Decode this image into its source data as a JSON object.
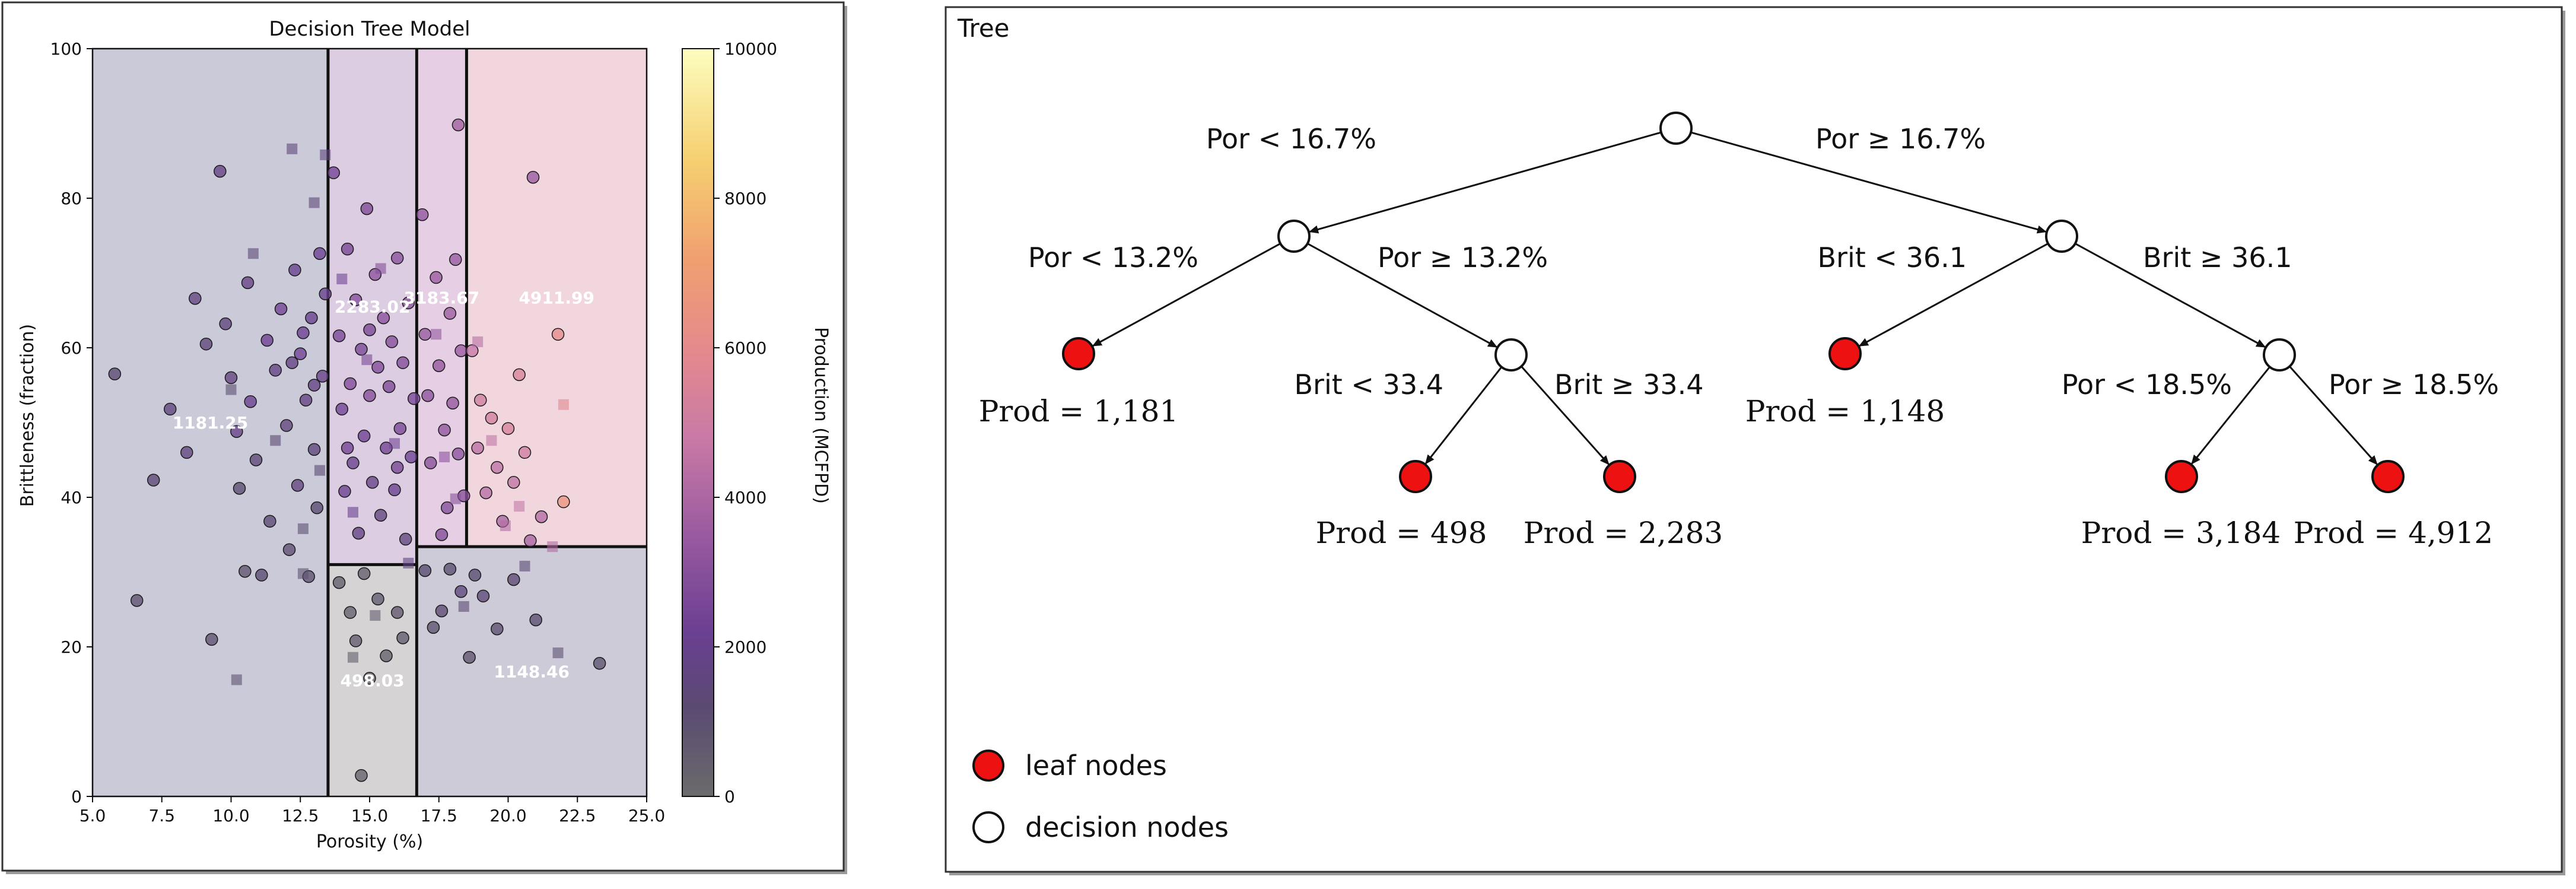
{
  "chart_data": [
    {
      "type": "scatter",
      "title": "Decision Tree Model",
      "xlabel": "Porosity (%)",
      "ylabel": "Brittleness (fraction)",
      "xlim": [
        5.0,
        25.0
      ],
      "ylim": [
        0,
        100
      ],
      "xticks": [
        "5.0",
        "7.5",
        "10.0",
        "12.5",
        "15.0",
        "17.5",
        "20.0",
        "22.5",
        "25.0"
      ],
      "yticks": [
        "0",
        "20",
        "40",
        "60",
        "80",
        "100"
      ],
      "colorbar": {
        "label": "Production (MCFPD)",
        "range": [
          0,
          10000
        ],
        "ticks": [
          "0",
          "2000",
          "4000",
          "6000",
          "8000",
          "10000"
        ],
        "colormap": "inferno-like"
      },
      "regions": [
        {
          "x": [
            5.0,
            13.5
          ],
          "y": [
            0,
            100
          ],
          "prediction": 1181.25,
          "label": "1181.25",
          "color": "#cbcad9"
        },
        {
          "x": [
            13.5,
            16.7
          ],
          "y": [
            0,
            31
          ],
          "prediction": 498.03,
          "label": "498.03",
          "color": "#d5d3d3"
        },
        {
          "x": [
            13.5,
            16.7
          ],
          "y": [
            31,
            100
          ],
          "prediction": 2283.02,
          "label": "2283.02",
          "color": "#ddcde2"
        },
        {
          "x": [
            16.7,
            18.5
          ],
          "y": [
            33.4,
            100
          ],
          "prediction": 3183.67,
          "label": "3183.67",
          "color": "#e6cfe5"
        },
        {
          "x": [
            18.5,
            25.0
          ],
          "y": [
            33.4,
            100
          ],
          "prediction": 4911.99,
          "label": "4911.99",
          "color": "#f1d6de"
        },
        {
          "x": [
            16.7,
            25.0
          ],
          "y": [
            0,
            33.4
          ],
          "prediction": 1148.46,
          "label": "1148.46",
          "color": "#cdcbd7"
        }
      ],
      "splits": [
        {
          "axis": "x",
          "value": 13.5,
          "y": [
            0,
            100
          ]
        },
        {
          "axis": "x",
          "value": 16.7,
          "y": [
            0,
            100
          ]
        },
        {
          "axis": "x",
          "value": 18.5,
          "y": [
            33.4,
            100
          ]
        },
        {
          "axis": "y",
          "value": 31,
          "x": [
            13.5,
            16.7
          ]
        },
        {
          "axis": "y",
          "value": 33.4,
          "x": [
            16.7,
            25.0
          ]
        }
      ],
      "series": [
        {
          "name": "train",
          "marker": "circle",
          "points": [
            [
              5.8,
              56.5,
              1200
            ],
            [
              6.6,
              26.2,
              900
            ],
            [
              7.2,
              42.3,
              1300
            ],
            [
              7.8,
              51.8,
              1500
            ],
            [
              8.4,
              46.0,
              1600
            ],
            [
              8.7,
              66.6,
              1700
            ],
            [
              9.1,
              60.5,
              1400
            ],
            [
              9.3,
              21.0,
              900
            ],
            [
              9.6,
              83.6,
              1800
            ],
            [
              9.8,
              63.2,
              1500
            ],
            [
              10.0,
              56.0,
              1700
            ],
            [
              10.2,
              48.8,
              1900
            ],
            [
              10.3,
              41.2,
              1100
            ],
            [
              10.5,
              30.1,
              800
            ],
            [
              10.6,
              68.7,
              1900
            ],
            [
              10.7,
              52.8,
              2100
            ],
            [
              10.9,
              45.0,
              1400
            ],
            [
              11.1,
              29.6,
              1200
            ],
            [
              11.3,
              61.0,
              2200
            ],
            [
              11.4,
              36.8,
              1300
            ],
            [
              11.6,
              57.0,
              1800
            ],
            [
              11.8,
              65.2,
              2400
            ],
            [
              12.0,
              49.6,
              1600
            ],
            [
              12.1,
              33.0,
              1000
            ],
            [
              12.3,
              70.4,
              2000
            ],
            [
              12.4,
              41.6,
              1600
            ],
            [
              12.5,
              59.2,
              2300
            ],
            [
              12.7,
              53.0,
              1800
            ],
            [
              12.8,
              29.4,
              900
            ],
            [
              12.9,
              64.0,
              2100
            ],
            [
              13.0,
              46.4,
              1500
            ],
            [
              13.1,
              38.6,
              1200
            ],
            [
              13.2,
              72.6,
              2200
            ],
            [
              13.3,
              56.2,
              1900
            ],
            [
              13.4,
              67.2,
              2000
            ],
            [
              13.0,
              55.0,
              1800
            ],
            [
              12.6,
              62.0,
              2200
            ],
            [
              12.2,
              58.0,
              1800
            ],
            [
              13.7,
              83.4,
              2400
            ],
            [
              13.9,
              61.6,
              2600
            ],
            [
              14.0,
              51.8,
              2300
            ],
            [
              14.1,
              40.8,
              2100
            ],
            [
              14.2,
              73.2,
              2500
            ],
            [
              14.3,
              55.2,
              2800
            ],
            [
              14.4,
              44.6,
              2000
            ],
            [
              14.5,
              66.4,
              2900
            ],
            [
              14.6,
              35.2,
              1800
            ],
            [
              14.7,
              59.8,
              2600
            ],
            [
              14.8,
              48.2,
              2200
            ],
            [
              14.9,
              78.6,
              2700
            ],
            [
              15.0,
              53.6,
              2900
            ],
            [
              15.1,
              42.0,
              1900
            ],
            [
              15.2,
              69.8,
              3100
            ],
            [
              15.3,
              57.4,
              2800
            ],
            [
              15.4,
              37.6,
              1700
            ],
            [
              15.5,
              64.0,
              3000
            ],
            [
              15.6,
              46.6,
              2400
            ],
            [
              15.7,
              54.8,
              2700
            ],
            [
              15.8,
              60.8,
              2900
            ],
            [
              15.9,
              41.0,
              2100
            ],
            [
              16.0,
              72.0,
              3000
            ],
            [
              16.1,
              49.2,
              2600
            ],
            [
              16.2,
              58.0,
              2800
            ],
            [
              16.3,
              34.4,
              1600
            ],
            [
              16.4,
              66.0,
              3100
            ],
            [
              16.5,
              45.4,
              2300
            ],
            [
              16.6,
              53.2,
              2600
            ],
            [
              14.2,
              46.6,
              2400
            ],
            [
              15.0,
              62.4,
              2600
            ],
            [
              16.0,
              44.0,
              2500
            ],
            [
              13.9,
              28.6,
              500
            ],
            [
              14.3,
              24.6,
              400
            ],
            [
              14.5,
              20.8,
              600
            ],
            [
              14.8,
              29.8,
              500
            ],
            [
              15.0,
              15.8,
              300
            ],
            [
              15.3,
              26.4,
              600
            ],
            [
              15.6,
              18.8,
              400
            ],
            [
              16.0,
              24.6,
              700
            ],
            [
              16.2,
              21.2,
              600
            ],
            [
              14.7,
              2.8,
              400
            ],
            [
              16.9,
              77.8,
              3200
            ],
            [
              17.0,
              61.8,
              3400
            ],
            [
              17.1,
              53.6,
              3100
            ],
            [
              17.2,
              44.6,
              3000
            ],
            [
              17.4,
              69.4,
              3500
            ],
            [
              17.5,
              57.6,
              3300
            ],
            [
              17.7,
              49.0,
              3200
            ],
            [
              17.8,
              38.6,
              2900
            ],
            [
              17.9,
              64.6,
              3600
            ],
            [
              18.0,
              52.6,
              3300
            ],
            [
              18.1,
              71.8,
              3400
            ],
            [
              18.2,
              45.8,
              3100
            ],
            [
              18.3,
              59.6,
              3500
            ],
            [
              18.4,
              40.2,
              3000
            ],
            [
              18.2,
              89.8,
              3700
            ],
            [
              17.6,
              35.0,
              2800
            ],
            [
              18.7,
              59.6,
              4700
            ],
            [
              18.9,
              46.6,
              4400
            ],
            [
              19.0,
              53.0,
              5000
            ],
            [
              19.2,
              40.6,
              4300
            ],
            [
              19.4,
              50.6,
              5200
            ],
            [
              19.6,
              44.0,
              4500
            ],
            [
              19.8,
              36.8,
              4000
            ],
            [
              20.0,
              49.2,
              5400
            ],
            [
              20.2,
              42.0,
              4600
            ],
            [
              20.4,
              56.4,
              5500
            ],
            [
              20.6,
              46.0,
              5100
            ],
            [
              20.9,
              82.8,
              3500
            ],
            [
              21.2,
              37.4,
              4200
            ],
            [
              21.8,
              61.8,
              6100
            ],
            [
              22.0,
              39.4,
              6600
            ],
            [
              20.8,
              34.2,
              3900
            ],
            [
              17.0,
              30.2,
              1200
            ],
            [
              17.3,
              22.6,
              900
            ],
            [
              17.6,
              24.8,
              1300
            ],
            [
              17.9,
              30.4,
              1100
            ],
            [
              18.3,
              27.4,
              1500
            ],
            [
              18.6,
              18.6,
              800
            ],
            [
              19.1,
              26.8,
              1400
            ],
            [
              19.6,
              22.4,
              1000
            ],
            [
              20.2,
              29.0,
              1300
            ],
            [
              21.0,
              23.6,
              1100
            ],
            [
              23.3,
              17.8,
              900
            ],
            [
              18.8,
              29.6,
              1200
            ]
          ]
        },
        {
          "name": "test",
          "marker": "square",
          "points": [
            [
              10.2,
              15.6,
              900
            ],
            [
              10.0,
              54.4,
              1100
            ],
            [
              10.8,
              72.6,
              1300
            ],
            [
              11.6,
              47.6,
              1200
            ],
            [
              12.2,
              86.6,
              1500
            ],
            [
              12.6,
              35.8,
              1000
            ],
            [
              13.0,
              79.4,
              1400
            ],
            [
              13.2,
              43.6,
              1200
            ],
            [
              13.4,
              85.8,
              1600
            ],
            [
              14.0,
              69.2,
              2400
            ],
            [
              14.4,
              38.0,
              2100
            ],
            [
              14.9,
              58.4,
              2600
            ],
            [
              15.4,
              70.6,
              2900
            ],
            [
              15.9,
              47.2,
              2400
            ],
            [
              16.4,
              31.2,
              1700
            ],
            [
              15.2,
              24.2,
              600
            ],
            [
              14.4,
              18.6,
              500
            ],
            [
              17.4,
              61.8,
              3300
            ],
            [
              17.7,
              45.4,
              3100
            ],
            [
              18.1,
              39.8,
              3000
            ],
            [
              18.9,
              60.8,
              4300
            ],
            [
              19.4,
              47.6,
              4600
            ],
            [
              19.9,
              36.2,
              4200
            ],
            [
              20.4,
              38.8,
              4700
            ],
            [
              21.6,
              33.4,
              4100
            ],
            [
              22.0,
              52.4,
              5800
            ],
            [
              20.6,
              30.8,
              1300
            ],
            [
              21.8,
              19.2,
              1000
            ],
            [
              18.4,
              25.4,
              1200
            ],
            [
              12.6,
              29.8,
              900
            ]
          ]
        }
      ]
    },
    {
      "type": "tree",
      "title": "Tree",
      "nodes": [
        {
          "id": "root",
          "kind": "decision"
        },
        {
          "id": "n1",
          "kind": "decision",
          "parent": "root",
          "edge": "Por < 16.7%"
        },
        {
          "id": "n2",
          "kind": "decision",
          "parent": "root",
          "edge": "Por ≥ 16.7%"
        },
        {
          "id": "l1",
          "kind": "leaf",
          "parent": "n1",
          "edge": "Por < 13.2%",
          "label": "Prod = 1,181"
        },
        {
          "id": "n3",
          "kind": "decision",
          "parent": "n1",
          "edge": "Por ≥ 13.2%"
        },
        {
          "id": "l2",
          "kind": "leaf",
          "parent": "n2",
          "edge": "Brit < 36.1",
          "label": "Prod = 1,148"
        },
        {
          "id": "n4",
          "kind": "decision",
          "parent": "n2",
          "edge": "Brit ≥ 36.1"
        },
        {
          "id": "l3",
          "kind": "leaf",
          "parent": "n3",
          "edge": "Brit < 33.4",
          "label": "Prod = 498"
        },
        {
          "id": "l4",
          "kind": "leaf",
          "parent": "n3",
          "edge": "Brit ≥ 33.4",
          "label": "Prod = 2,283"
        },
        {
          "id": "l5",
          "kind": "leaf",
          "parent": "n4",
          "edge": "Por < 18.5%",
          "label": "Prod = 3,184"
        },
        {
          "id": "l6",
          "kind": "leaf",
          "parent": "n4",
          "edge": "Por ≥ 18.5%",
          "label": "Prod = 4,912"
        }
      ],
      "legend": [
        {
          "kind": "leaf",
          "label": "leaf nodes",
          "color": "#ee1111"
        },
        {
          "kind": "decision",
          "label": "decision nodes",
          "color": "#ffffff"
        }
      ]
    }
  ]
}
